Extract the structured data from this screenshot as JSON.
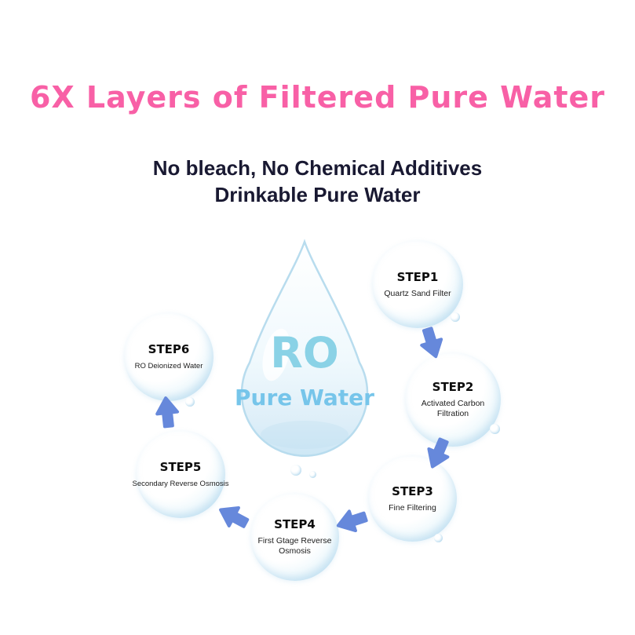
{
  "title": "6X Layers of Filtered Pure Water",
  "subtitle": {
    "line1": "No bleach, No Chemical Additives",
    "line2": "Drinkable Pure Water"
  },
  "drop": {
    "main": "RO",
    "sub": "Pure Water"
  },
  "steps": [
    {
      "label": "STEP1",
      "desc": "Quartz Sand Filter"
    },
    {
      "label": "STEP2",
      "desc": "Activated Carbon Filtration"
    },
    {
      "label": "STEP3",
      "desc": "Fine Filtering"
    },
    {
      "label": "STEP4",
      "desc": "First Gtage Reverse Osmosis"
    },
    {
      "label": "STEP5",
      "desc": "Secondary Reverse Osmosis"
    },
    {
      "label": "STEP6",
      "desc": "RO Deionized Water"
    }
  ],
  "colors": {
    "title_pink": "#f860a6",
    "subtitle_dark": "#191932",
    "drop_text_blue": "#8ad2e6",
    "drop_subtext_blue": "#76c5ea",
    "arrow_blue": "#6688db",
    "bubble_rim_blue": "#aedaee"
  }
}
